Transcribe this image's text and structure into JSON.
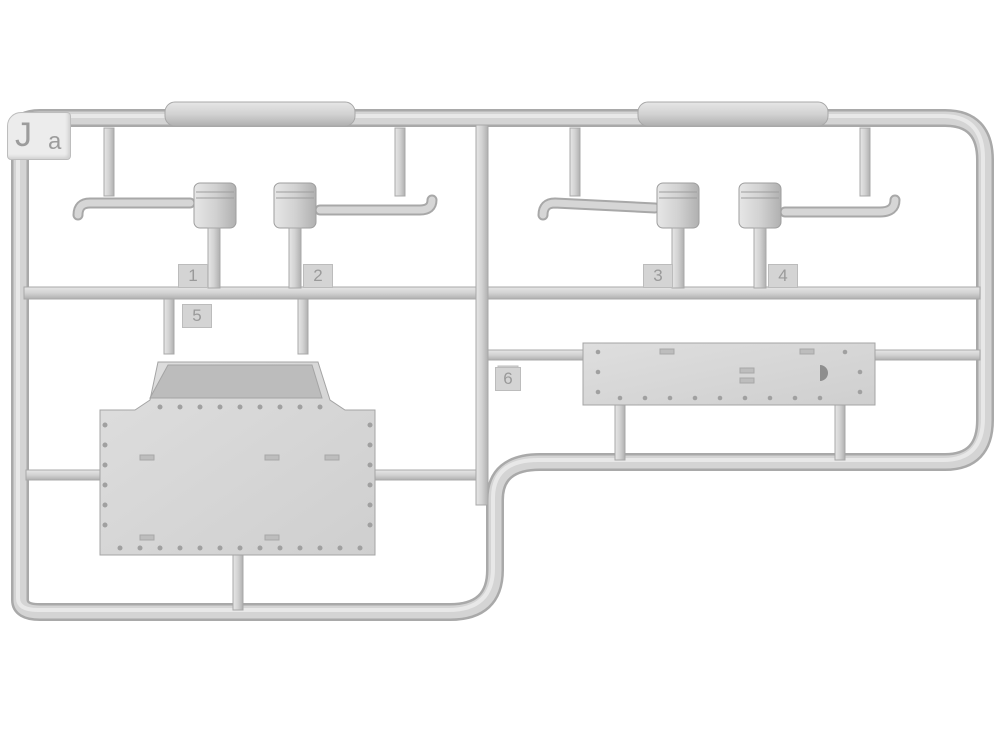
{
  "sprue": {
    "letter": "J",
    "sub_letter": "a"
  },
  "part_numbers": [
    "1",
    "2",
    "3",
    "4",
    "5",
    "6"
  ],
  "colors": {
    "plastic": "#d0d0d0",
    "plastic_dark": "#b4b4b4",
    "plastic_light": "#e6e6e6",
    "background": "#ffffff"
  }
}
